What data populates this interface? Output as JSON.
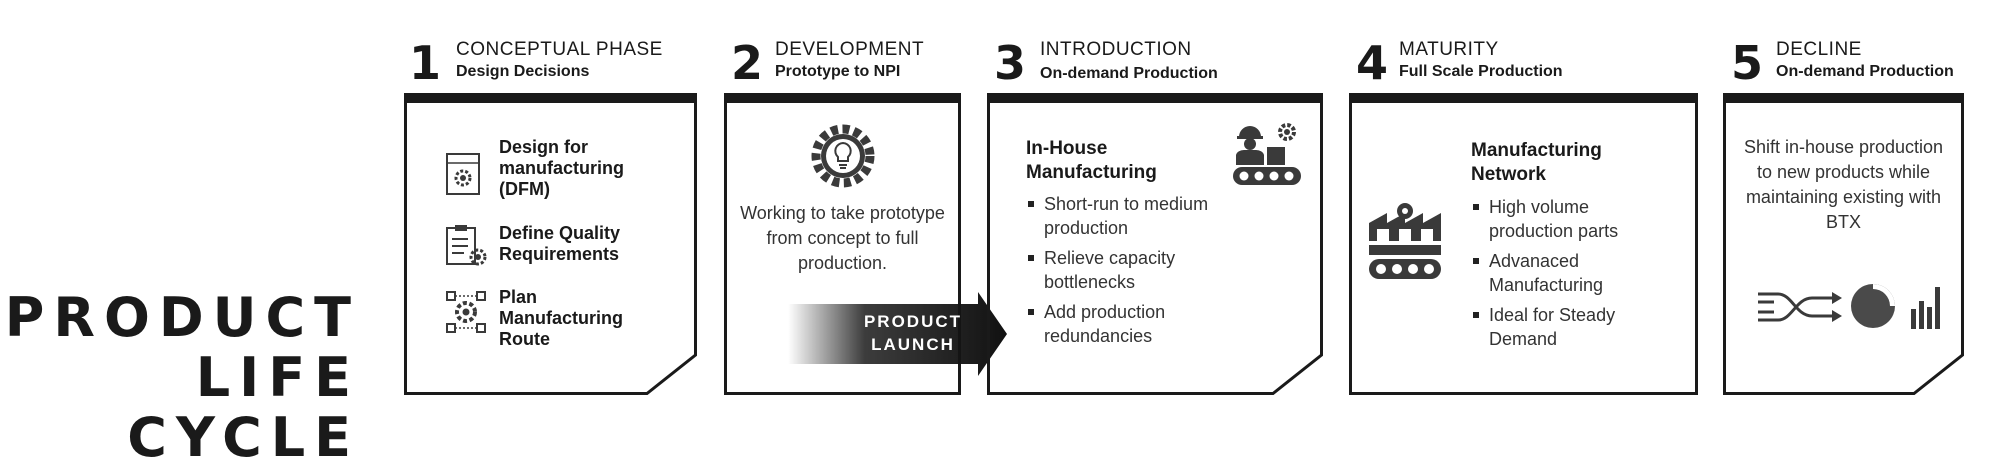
{
  "title": {
    "line1": "PRODUCT",
    "line2": "LIFE CYCLE"
  },
  "phases": [
    {
      "number": "1",
      "name": "CONCEPTUAL PHASE",
      "subtitle": "Design Decisions",
      "items": [
        {
          "label": "Design for manufacturing (DFM)",
          "icon": "blueprint-gear-icon"
        },
        {
          "label": "Define Quality Requirements",
          "icon": "checklist-gear-icon"
        },
        {
          "label": "Plan Manufacturing Route",
          "icon": "process-gear-icon"
        }
      ]
    },
    {
      "number": "2",
      "name": "DEVELOPMENT",
      "subtitle": "Prototype to NPI",
      "body": "Working to take prototype from concept to full production.",
      "icon": "lightbulb-gear-icon"
    },
    {
      "number": "3",
      "name": "INTRODUCTION",
      "subtitle": "On-demand Production",
      "heading": "In-House Manufacturing",
      "bullets": [
        "Short-run to medium production",
        "Relieve capacity bottlenecks",
        "Add production redundancies"
      ],
      "icon": "worker-conveyor-icon"
    },
    {
      "number": "4",
      "name": "MATURITY",
      "subtitle": "Full Scale Production",
      "heading": "Manufacturing Network",
      "bullets": [
        "High volume production parts",
        "Advanaced Manufacturing",
        "Ideal for Steady Demand"
      ],
      "icon": "factory-conveyor-icon"
    },
    {
      "number": "5",
      "name": "DECLINE",
      "subtitle": "On-demand Production",
      "body": "Shift in-house production to new products while maintaining existing with BTX",
      "icons": [
        "merge-arrows-icon",
        "pie-chart-icon",
        "bar-chart-icon"
      ]
    }
  ],
  "launch": {
    "line1": "PRODUCT",
    "line2": "LAUNCH"
  },
  "colors": {
    "frame": "#1a1a1a",
    "icon": "#3a3a3a",
    "text": "#333333"
  }
}
